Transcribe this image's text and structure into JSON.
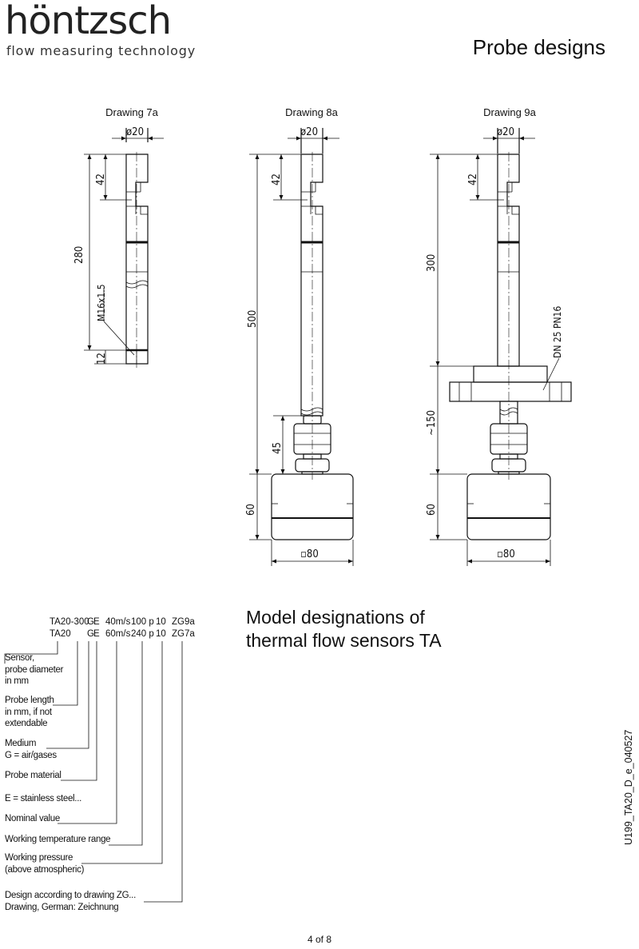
{
  "header": {
    "brand": "höntzsch",
    "tagline": "flow measuring technology",
    "page_title": "Probe designs"
  },
  "drawings": [
    {
      "title": "Drawing 7a",
      "dims": {
        "diameter": "ø20",
        "tip": "42",
        "length": "280",
        "thread": "M16x1.5",
        "bottom": "12"
      }
    },
    {
      "title": "Drawing 8a",
      "dims": {
        "diameter": "ø20",
        "tip": "42",
        "length": "500",
        "fitting": "45",
        "housing": "60",
        "housing_width": "▫80"
      }
    },
    {
      "title": "Drawing 9a",
      "dims": {
        "diameter": "ø20",
        "tip": "42",
        "length": "300",
        "flange": "DN 25 PN16",
        "below_flange": "~150",
        "housing": "60",
        "housing_width": "▫80"
      }
    }
  ],
  "model_section": {
    "title_line1": "Model designations of",
    "title_line2": "thermal flow sensors TA",
    "code_rows": [
      [
        "TA20-300",
        "G",
        "E",
        "40m/s",
        "100 p",
        "10",
        "ZG9a"
      ],
      [
        "TA20",
        "G",
        "E",
        "60m/s",
        "240 p",
        "10",
        "ZG7a"
      ]
    ],
    "legend": [
      [
        "Sensor,",
        "probe diameter",
        "in mm"
      ],
      [
        "Probe length",
        "in mm, if not",
        "extendable"
      ],
      [
        "Medium",
        "G = air/gases"
      ],
      [
        "Probe material"
      ],
      [
        "E = stainless steel..."
      ],
      [
        "Nominal value"
      ],
      [
        "Working temperature range"
      ],
      [
        "Working pressure",
        "(above atmospheric)"
      ],
      [
        "Design according to drawing ZG...",
        "Drawing, German: Zeichnung"
      ]
    ]
  },
  "doc_code": "U199_TA20_D_e_040527",
  "page_number": "4 of 8"
}
